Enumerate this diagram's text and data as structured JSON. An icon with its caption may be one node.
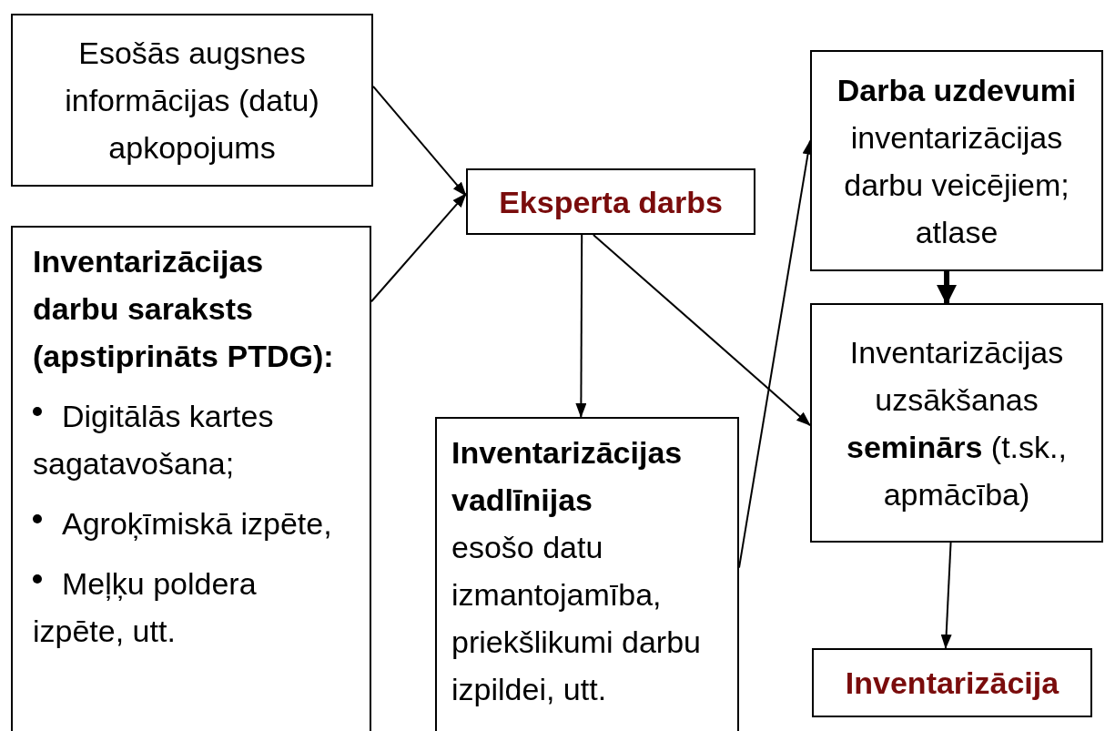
{
  "diagram": {
    "nodes": [
      {
        "text": [
          "Esošās augsnes informācijas (datu) apkopojums"
        ]
      },
      {
        "text": [
          "Inventarizācijas darbu saraksts (apstiprināts PTDG):",
          "Digitālās kartes sagatavošana;",
          "Agroķīmiskā izpēte,",
          "Meļķu poldera izpēte, utt."
        ]
      },
      {
        "text": [
          "Eksperta darbs"
        ]
      },
      {
        "text": [
          "Inventarizācijas vadlīnijas",
          "esošo datu izmantojamība, priekšlikumi darbu izpildei, utt."
        ]
      },
      {
        "text": [
          "Darba uzdevumi",
          "inventarizācijas darbu veicējiem; atlase"
        ]
      },
      {
        "text": [
          "Inventarizācijas uzsākšanas **seminārs** (t.sk., apmācība)"
        ]
      },
      {
        "text": [
          "Inventarizācija"
        ]
      }
    ],
    "edges": [
      {
        "from": 0,
        "to": 2,
        "arrow": "to"
      },
      {
        "from": 1,
        "to": 2,
        "arrow": "to"
      },
      {
        "from": 2,
        "to": 3,
        "arrow": "to"
      },
      {
        "from": 2,
        "to": 5,
        "arrow": "to"
      },
      {
        "from": 3,
        "to": 4,
        "arrow": "to"
      },
      {
        "from": 4,
        "to": 5,
        "arrow": "to",
        "style": "thick"
      },
      {
        "from": 5,
        "to": 6,
        "arrow": "to"
      }
    ]
  }
}
